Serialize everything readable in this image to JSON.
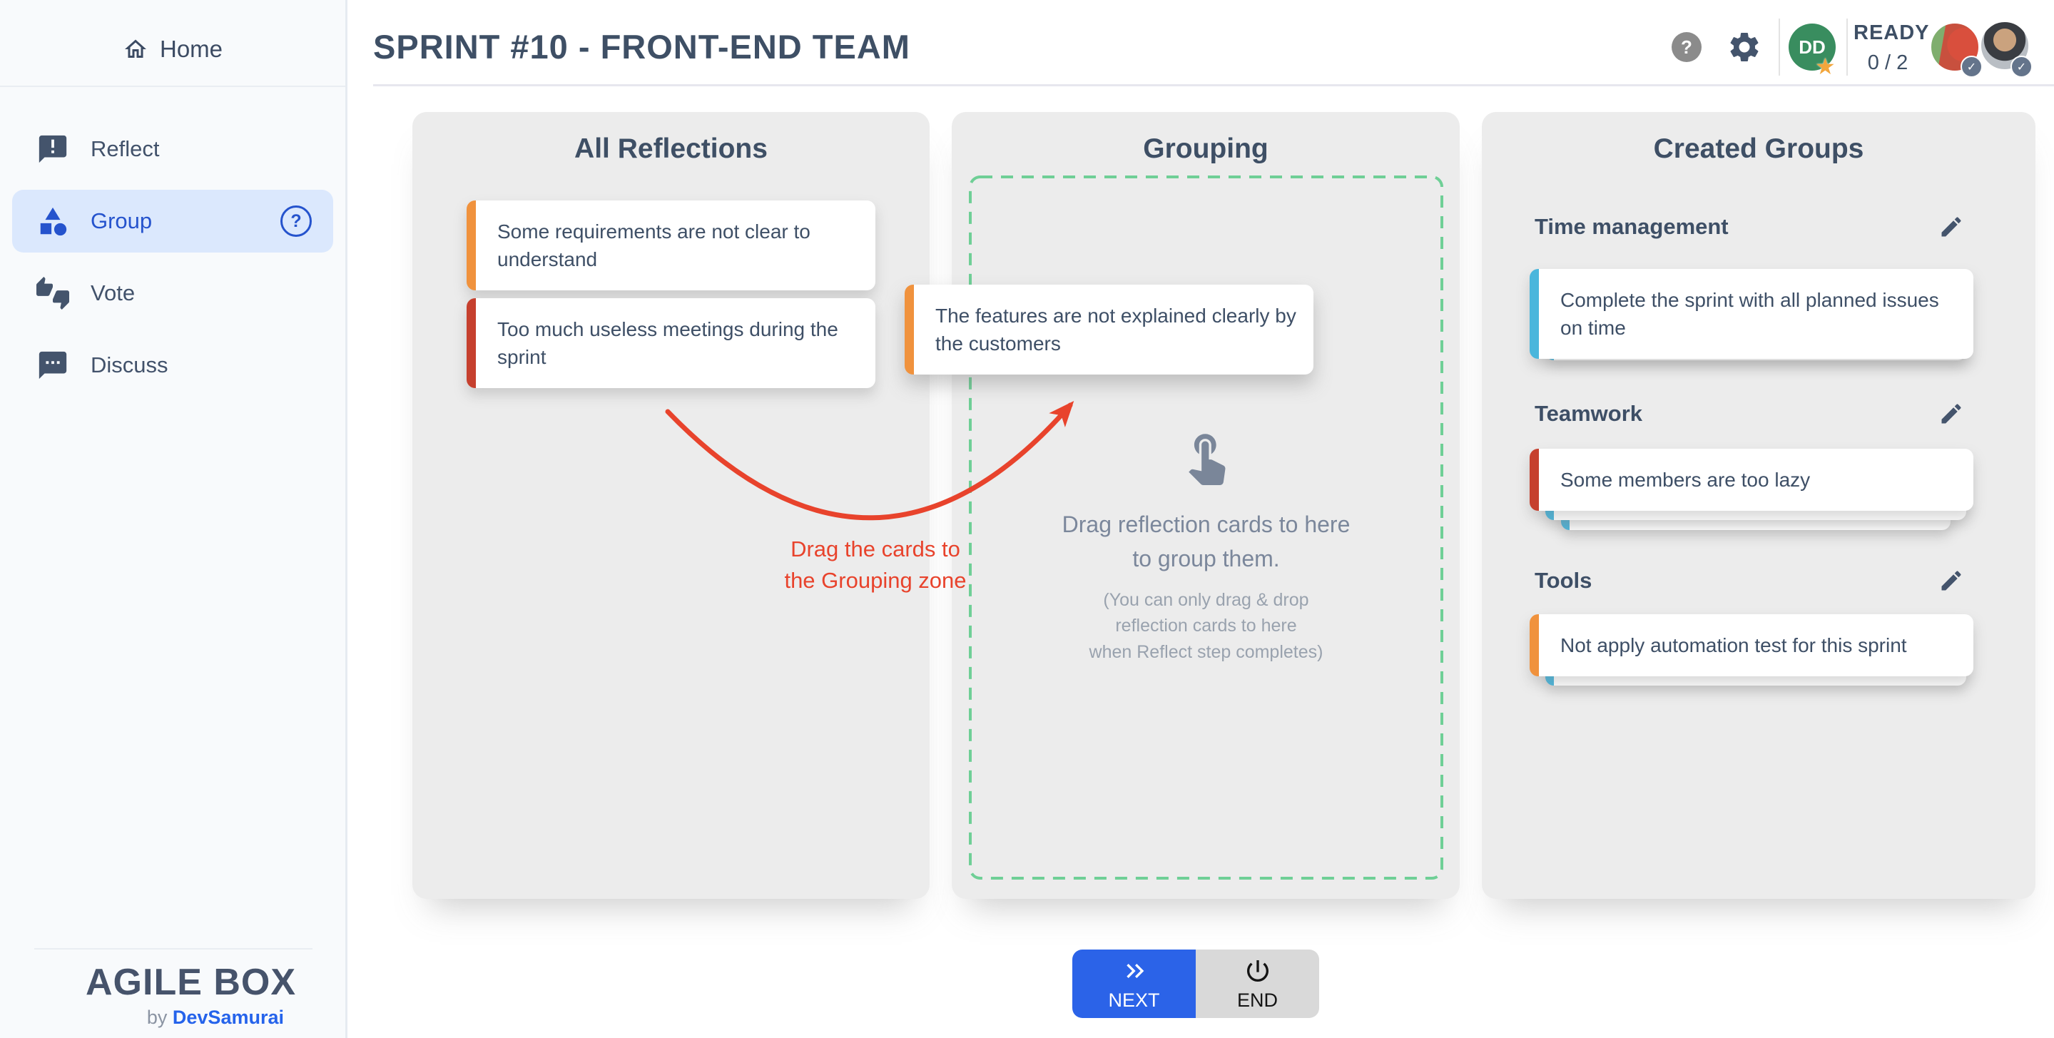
{
  "colors": {
    "blue": "#2553cd",
    "selected-bg": "#dbe8fd",
    "sidebar-bg": "#f8fafc",
    "sidebar-border": "#e6ebf1",
    "col-bg": "#ececec",
    "orange": "#f0923d",
    "red": "#c6402e",
    "cyan": "#4ab6dc",
    "green": "#6fcf96",
    "arrow": "#e8432c",
    "zone-text": "#7b879b",
    "zone-subtext": "#99a2ae",
    "next-blue": "#2b63e8",
    "end-bg": "#d9d9d9",
    "avatar-green": "#398d5f",
    "gold": "#f2a63c",
    "badge": "#64748b",
    "help-gray": "#8b8b8b"
  },
  "sidebar": {
    "home_label": "Home",
    "items": [
      {
        "label": "Reflect"
      },
      {
        "label": "Group",
        "selected": true,
        "help_glyph": "?"
      },
      {
        "label": "Vote"
      },
      {
        "label": "Discuss"
      }
    ],
    "logo": "AGILE BOX",
    "byline_prefix": "by ",
    "byline_brand": "DevSamurai"
  },
  "header": {
    "title": "SPRINT #10 - FRONT-END TEAM",
    "help_glyph": "?",
    "user_initials": "DD",
    "star_glyph": "★",
    "ready_label": "READY",
    "ready_count": "0 / 2",
    "check_glyph": "✓"
  },
  "board": {
    "reflections": {
      "title": "All Reflections",
      "cards": [
        {
          "text": "Some requirements are not clear to understand",
          "accent": "orange"
        },
        {
          "text": "Too much useless meetings during the sprint",
          "accent": "red"
        }
      ]
    },
    "grouping": {
      "title": "Grouping",
      "floating_card": {
        "text": "The features are not explained clearly by the customers",
        "accent": "orange"
      },
      "hint_line1": "Drag reflection cards to here",
      "hint_line2": "to group them.",
      "subhint_line1": "(You can only drag & drop",
      "subhint_line2": "reflection cards to here",
      "subhint_line3": "when Reflect step completes)"
    },
    "groups": {
      "title": "Created Groups",
      "items": [
        {
          "name": "Time management",
          "cards": [
            {
              "text": "Complete the sprint with all planned issues on time",
              "accent": "cyan"
            }
          ]
        },
        {
          "name": "Teamwork",
          "cards": [
            {
              "text": "Some members are too lazy",
              "accent": "red"
            }
          ]
        },
        {
          "name": "Tools",
          "cards": [
            {
              "text": "Not apply automation test for this sprint",
              "accent": "orange"
            }
          ]
        }
      ]
    }
  },
  "annotation": {
    "line1": "Drag the cards to",
    "line2": "the Grouping zone"
  },
  "actions": {
    "next_label": "NEXT",
    "end_label": "END"
  }
}
